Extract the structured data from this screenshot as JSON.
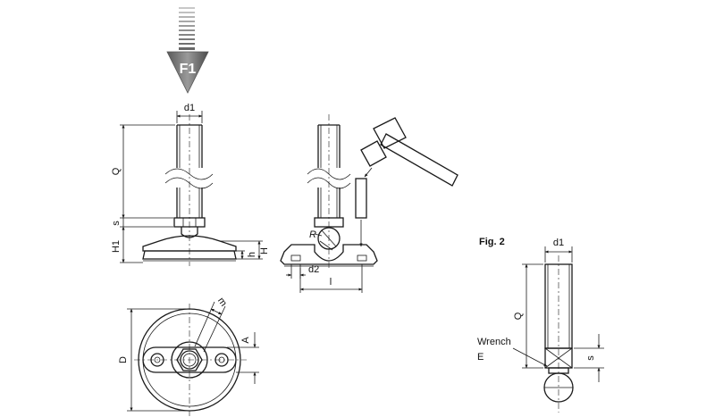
{
  "force_label": "F1",
  "fig_label": "Fig. 2",
  "dims": {
    "d1": "d1",
    "Q": "Q",
    "s": "s",
    "H1": "H1",
    "h": "h",
    "H": "H",
    "d2": "d2",
    "l": "l",
    "m": "m",
    "A": "A",
    "D": "D",
    "R": "R"
  },
  "wrench_label": "Wrench",
  "wrench_size": "E",
  "colors": {
    "base_fill": "#dfe9f5",
    "arrow_dark": "#6a6a6a",
    "arrow_light": "#b4b4b4"
  }
}
